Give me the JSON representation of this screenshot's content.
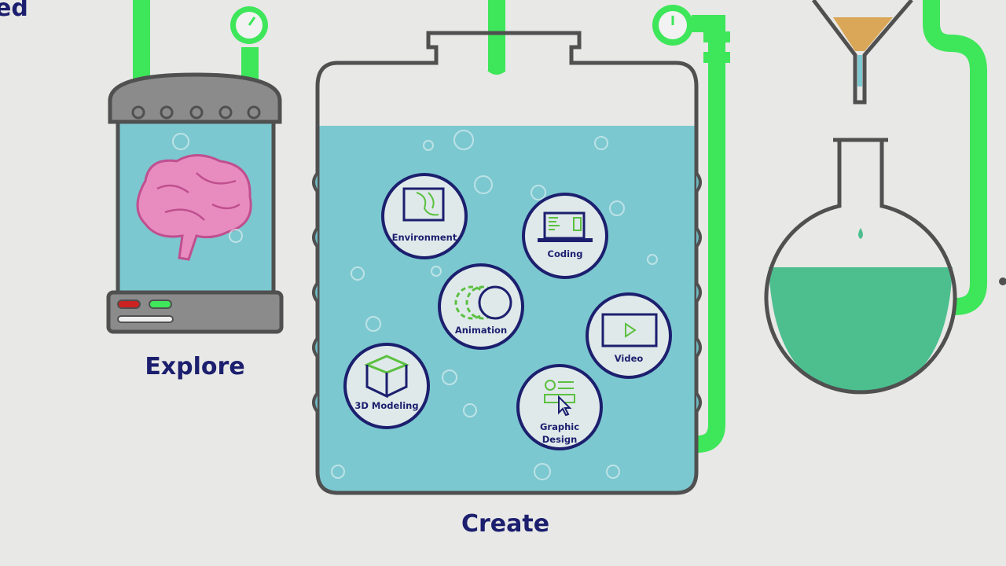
{
  "corner_text": "ed",
  "stages": {
    "explore": "Explore",
    "create": "Create"
  },
  "skills": [
    {
      "label": "Environment",
      "icon": "map-icon"
    },
    {
      "label": "Coding",
      "icon": "laptop-icon"
    },
    {
      "label": "Animation",
      "icon": "animation-circles-icon"
    },
    {
      "label": "Video",
      "icon": "video-play-icon"
    },
    {
      "label": "3D Modeling",
      "icon": "cube-icon"
    },
    {
      "label": "Graphic",
      "label2": "Design",
      "icon": "layout-cursor-icon"
    }
  ],
  "colors": {
    "background": "#e8e8e6",
    "pipe": "#3ee65a",
    "water": "#7cc8d0",
    "outline": "#505050",
    "navy": "#1c1f6e",
    "icon_green": "#5cc040",
    "brain": "#e88cc0",
    "flask_liquid": "#4dbf8f",
    "funnel_liquid": "#d9a757"
  }
}
